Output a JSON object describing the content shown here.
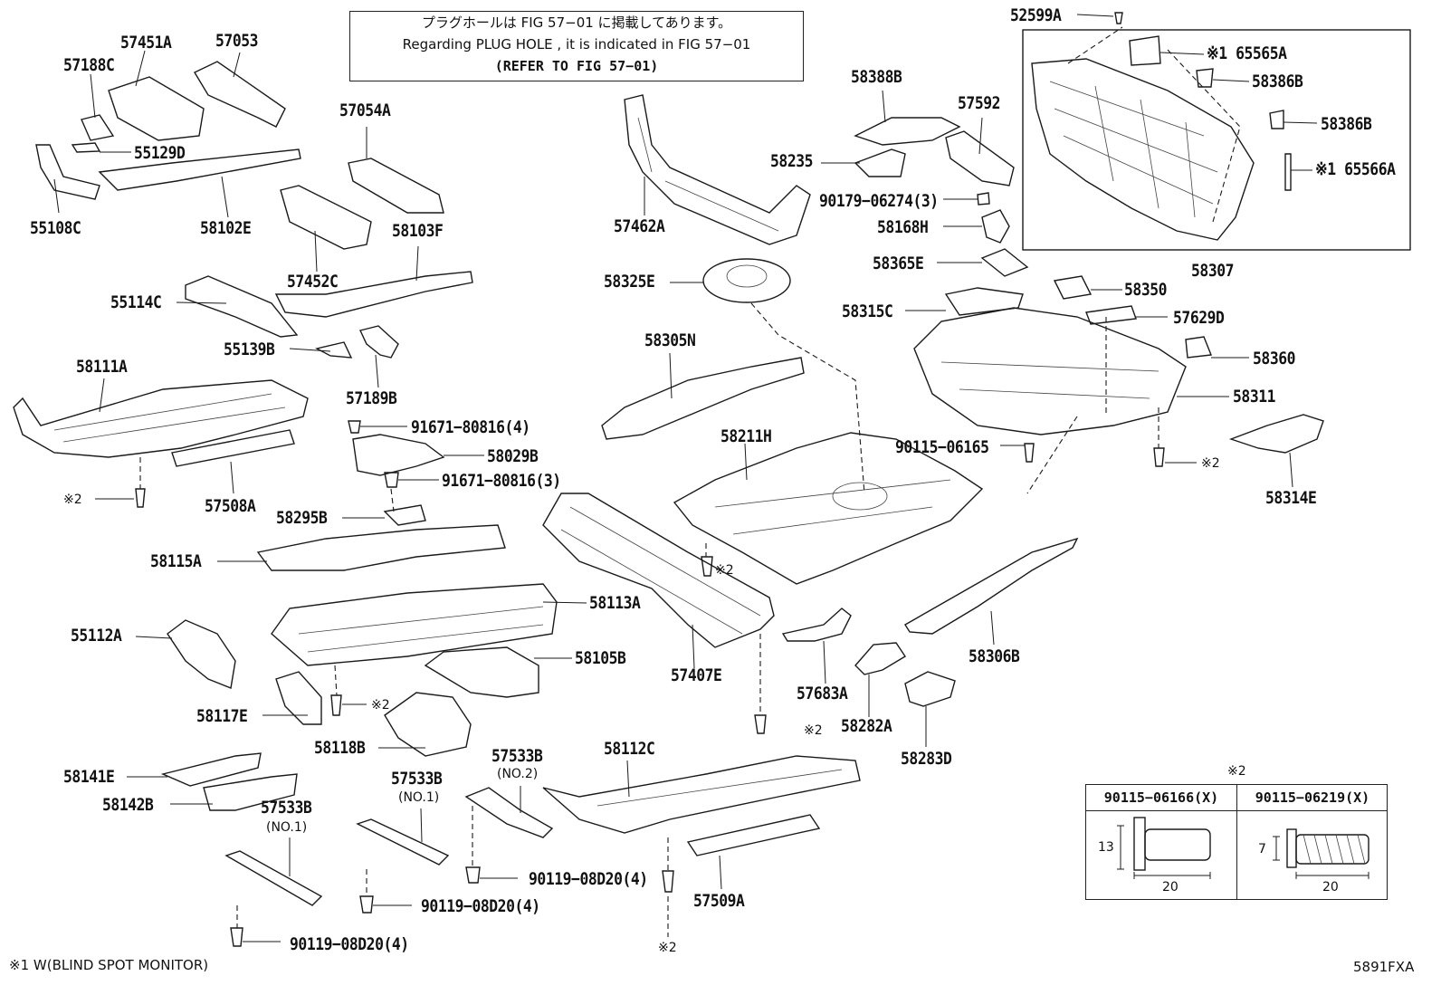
{
  "note": {
    "line1": "プラグホールは FIG 57−01 に掲載してあります。",
    "line2": "Regarding  PLUG  HOLE , it is indicated in FIG 57−01",
    "line3": "(REFER TO FIG 57−01)"
  },
  "labels": {
    "l52599A": "52599A",
    "l57451A": "57451A",
    "l57053": "57053",
    "l57188C": "57188C",
    "l55129D": "55129D",
    "l55108C": "55108C",
    "l58102E": "58102E",
    "l57054A": "57054A",
    "l58103F": "58103F",
    "l57452C": "57452C",
    "l55114C": "55114C",
    "l55139B": "55139B",
    "l57189B": "57189B",
    "l58111A": "58111A",
    "l57508A": "57508A",
    "l91671a": "91671−80816(4)",
    "l58029B": "58029B",
    "l91671b": "91671−80816(3)",
    "l58295B": "58295B",
    "l58115A": "58115A",
    "l58113A": "58113A",
    "l55112A": "55112A",
    "l58105B": "58105B",
    "l58117E": "58117E",
    "l58118B": "58118B",
    "l58141E": "58141E",
    "l58142B": "58142B",
    "l57533B_1": "57533B",
    "l57533B_2": "57533B",
    "l57533B_3": "57533B",
    "l58112C": "58112C",
    "l57509A": "57509A",
    "l90119a": "90119−08D20(4)",
    "l90119b": "90119−08D20(4)",
    "l90119c": "90119−08D20(4)",
    "l57462A": "57462A",
    "l58388B": "58388B",
    "l57592": "57592",
    "l58235": "58235",
    "l90179": "90179−06274(3)",
    "l58168H": "58168H",
    "l58365E": "58365E",
    "l58325E": "58325E",
    "l58305N": "58305N",
    "l58211H": "58211H",
    "l57407E": "57407E",
    "l57683A": "57683A",
    "l58282A": "58282A",
    "l58283D": "58283D",
    "l58306B": "58306B",
    "l65565A": "※1 65565A",
    "l58386B_1": "58386B",
    "l58386B_2": "58386B",
    "l65566A": "※1 65566A",
    "l58307": "58307",
    "l58350": "58350",
    "l58315C": "58315C",
    "l57629D": "57629D",
    "l58360": "58360",
    "l58311": "58311",
    "l90115": "90115−06165",
    "l58314E": "58314E"
  },
  "small": {
    "no2": "(NO.2)",
    "no1a": "(NO.1)",
    "no1b": "(NO.1)",
    "mark2_a": "※2",
    "mark2_b": "※2",
    "mark2_c": "※2",
    "mark2_d": "※2",
    "mark2_e": "※2",
    "mark2_f": "※2"
  },
  "legend": {
    "title": "※2",
    "col1": "90115−06166(X)",
    "col2": "90115−06219(X)",
    "dim1_h": "13",
    "dim1_w": "20",
    "dim2_h": "7",
    "dim2_w": "20"
  },
  "footer": {
    "footnote": "※1 W(BLIND SPOT MONITOR)",
    "code": "5891FXA"
  }
}
